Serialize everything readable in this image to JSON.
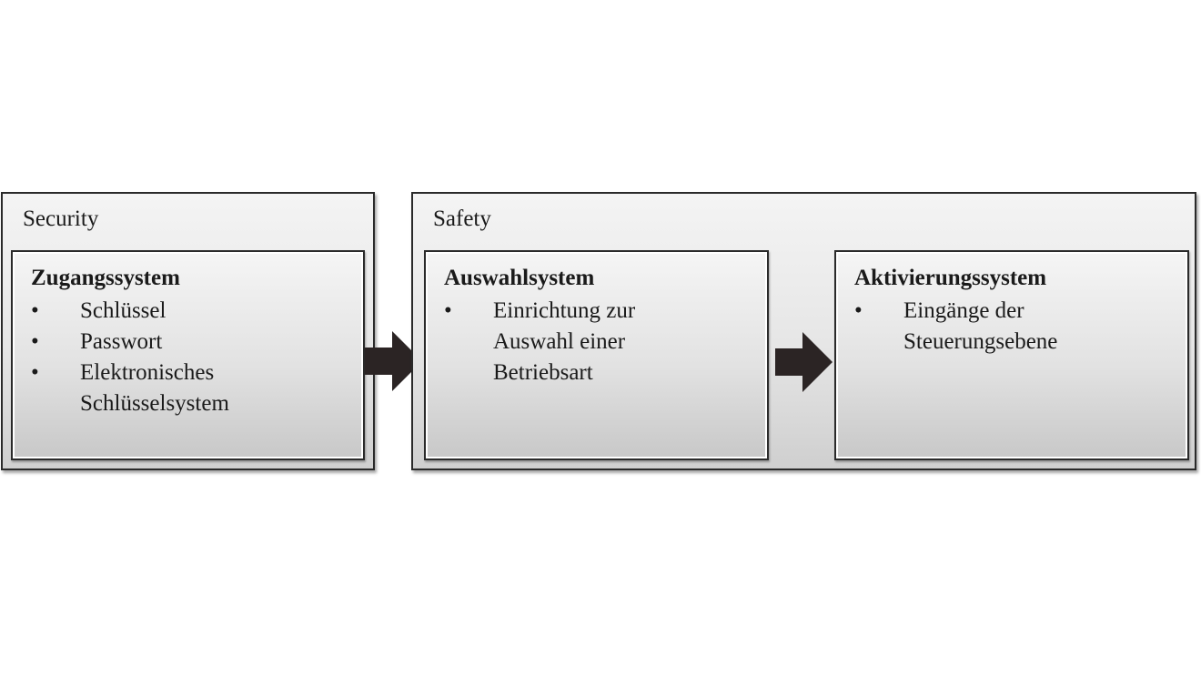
{
  "groups": {
    "security": {
      "title": "Security"
    },
    "safety": {
      "title": "Safety"
    }
  },
  "boxes": {
    "zugang": {
      "title": "Zugangssystem",
      "items": [
        "Schlüssel",
        "Passwort",
        "Elektronisches Schlüsselsystem"
      ]
    },
    "auswahl": {
      "title": "Auswahlsystem",
      "items": [
        "Einrichtung zur Auswahl einer Betriebsart"
      ]
    },
    "aktivierung": {
      "title": "Aktivierungssystem",
      "items": [
        "Eingänge der Steuerungsebene"
      ]
    }
  },
  "bullet_glyph": "•",
  "colors": {
    "border": "#2a2a2a",
    "arrow": "#2b2424"
  }
}
